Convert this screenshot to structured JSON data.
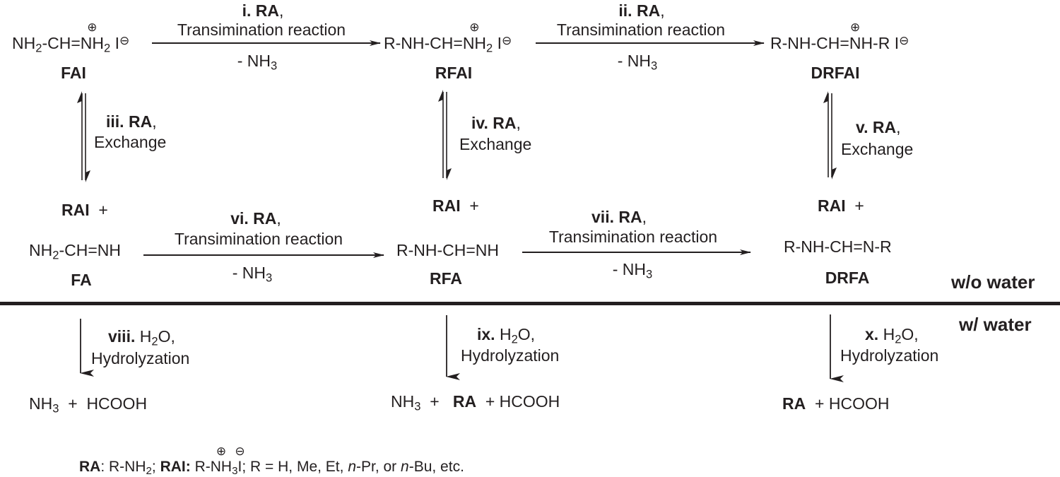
{
  "species": {
    "FAI": {
      "formula_pre": "NH",
      "formula_sub": "2",
      "formula_mid": "-CH=",
      "charged_atom": "NH",
      "charged_sub": "2",
      "anion": "I",
      "label": "FAI"
    },
    "RFAI": {
      "formula_pre": "R-NH-CH=",
      "charged_atom": "NH",
      "charged_sub": "2",
      "anion": "I",
      "label": "RFAI"
    },
    "DRFAI": {
      "formula_pre": "R-NH-CH=",
      "charged_atom": "N",
      "formula_post": "H-R",
      "anion": "I",
      "label": "DRFAI"
    },
    "FA": {
      "formula_pre": "NH",
      "formula_sub": "2",
      "formula_post": "-CH=NH",
      "label": "FA"
    },
    "RFA": {
      "formula": "R-NH-CH=NH",
      "label": "RFA"
    },
    "DRFA": {
      "formula": "R-NH-CH=N-R",
      "label": "DRFA"
    },
    "RAI_plus": {
      "name": "RAI",
      "plus": "+"
    }
  },
  "charges": {
    "positive": "⊕",
    "negative": "⊖"
  },
  "reactions": [
    {
      "id": "i",
      "numeral": "i.",
      "reagent": "RA",
      "comma": ",",
      "type": "Transimination reaction",
      "byproduct_pre": "- NH",
      "byproduct_sub": "3"
    },
    {
      "id": "ii",
      "numeral": "ii.",
      "reagent": "RA",
      "comma": ",",
      "type": "Transimination reaction",
      "byproduct_pre": "- NH",
      "byproduct_sub": "3"
    },
    {
      "id": "iii",
      "numeral": "iii.",
      "reagent": "RA",
      "comma": ",",
      "type": "Exchange"
    },
    {
      "id": "iv",
      "numeral": "iv.",
      "reagent": "RA",
      "comma": ",",
      "type": "Exchange"
    },
    {
      "id": "v",
      "numeral": "v.",
      "reagent": "RA",
      "comma": ",",
      "type": "Exchange"
    },
    {
      "id": "vi",
      "numeral": "vi.",
      "reagent": "RA",
      "comma": ",",
      "type": "Transimination reaction",
      "byproduct_pre": "- NH",
      "byproduct_sub": "3"
    },
    {
      "id": "vii",
      "numeral": "vii.",
      "reagent": "RA",
      "comma": ",",
      "type": "Transimination reaction",
      "byproduct_pre": "- NH",
      "byproduct_sub": "3"
    },
    {
      "id": "viii",
      "numeral": "viii.",
      "reagent_pre": "H",
      "reagent_sub": "2",
      "reagent_post": "O,",
      "type": "Hydrolyzation"
    },
    {
      "id": "ix",
      "numeral": "ix.",
      "reagent_pre": "H",
      "reagent_sub": "2",
      "reagent_post": "O,",
      "type": "Hydrolyzation"
    },
    {
      "id": "x",
      "numeral": "x.",
      "reagent_pre": "H",
      "reagent_sub": "2",
      "reagent_post": "O,",
      "type": "Hydrolyzation"
    }
  ],
  "products": {
    "p1": {
      "nh3_pre": "NH",
      "nh3_sub": "3",
      "plus": "+",
      "acid": "HCOOH"
    },
    "p2": {
      "nh3_pre": "NH",
      "nh3_sub": "3",
      "plus1": "+",
      "ra": "RA",
      "plus2": "+",
      "acid": "HCOOH"
    },
    "p3": {
      "ra": "RA",
      "plus": "+",
      "acid": "HCOOH"
    }
  },
  "regions": {
    "without_water": "w/o water",
    "with_water": "w/ water"
  },
  "footnote": {
    "ra_label": "RA",
    "ra_def_pre": ": R-NH",
    "ra_def_sub": "2",
    "ra_def_post": "; ",
    "rai_label": "RAI:",
    "rai_def_pre": " R-",
    "rai_charged": "NH",
    "rai_sub": "3",
    "rai_anion": " I",
    "rai_post": ";  R = H, Me, Et, ",
    "npr_italic": "n",
    "npr_rest": "-Pr, or ",
    "nbu_italic": "n",
    "nbu_rest": "-Bu, etc."
  }
}
